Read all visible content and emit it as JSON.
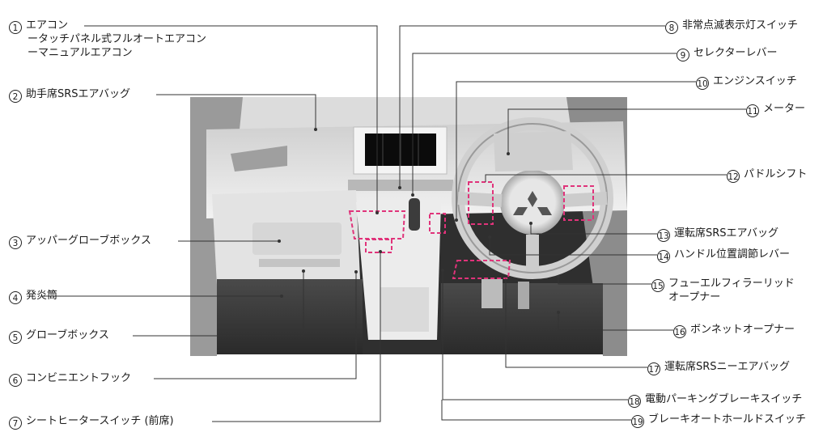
{
  "labels_left": [
    {
      "num": "1",
      "text": "エアコン"
    },
    {
      "num": "2",
      "text": "助手席SRSエアバッグ"
    },
    {
      "num": "3",
      "text": "アッパーグローブボックス"
    },
    {
      "num": "4",
      "text": "発炎筒"
    },
    {
      "num": "5",
      "text": "グローブボックス"
    },
    {
      "num": "6",
      "text": "コンビニエントフック"
    },
    {
      "num": "7",
      "text": "シートヒータースイッチ (前席)"
    }
  ],
  "sublabels": [
    "ータッチパネル式フルオートエアコン",
    "ーマニュアルエアコン"
  ],
  "labels_right": [
    {
      "num": "8",
      "text": "非常点滅表示灯スイッチ"
    },
    {
      "num": "9",
      "text": "セレクターレバー"
    },
    {
      "num": "10",
      "text": "エンジンスイッチ"
    },
    {
      "num": "11",
      "text": "メーター"
    },
    {
      "num": "12",
      "text": "パドルシフト"
    },
    {
      "num": "13",
      "text": "運転席SRSエアバッグ"
    },
    {
      "num": "14",
      "text": "ハンドル位置調節レバー"
    },
    {
      "num": "15",
      "text": "フューエルフィラーリッド"
    },
    {
      "num": "16",
      "text": "ボンネットオープナー"
    },
    {
      "num": "17",
      "text": "運転席SRSニーエアバッグ"
    },
    {
      "num": "18",
      "text": "電動パーキングブレーキスイッチ"
    },
    {
      "num": "19",
      "text": "ブレーキオートホールドスイッチ"
    }
  ],
  "label15_line2": "オープナー",
  "colors": {
    "line": "#333333",
    "highlight": "#e0337a",
    "photo_dark": "#3a3a3a",
    "photo_mid": "#bdbdbd",
    "photo_light": "#e9e9e9"
  }
}
